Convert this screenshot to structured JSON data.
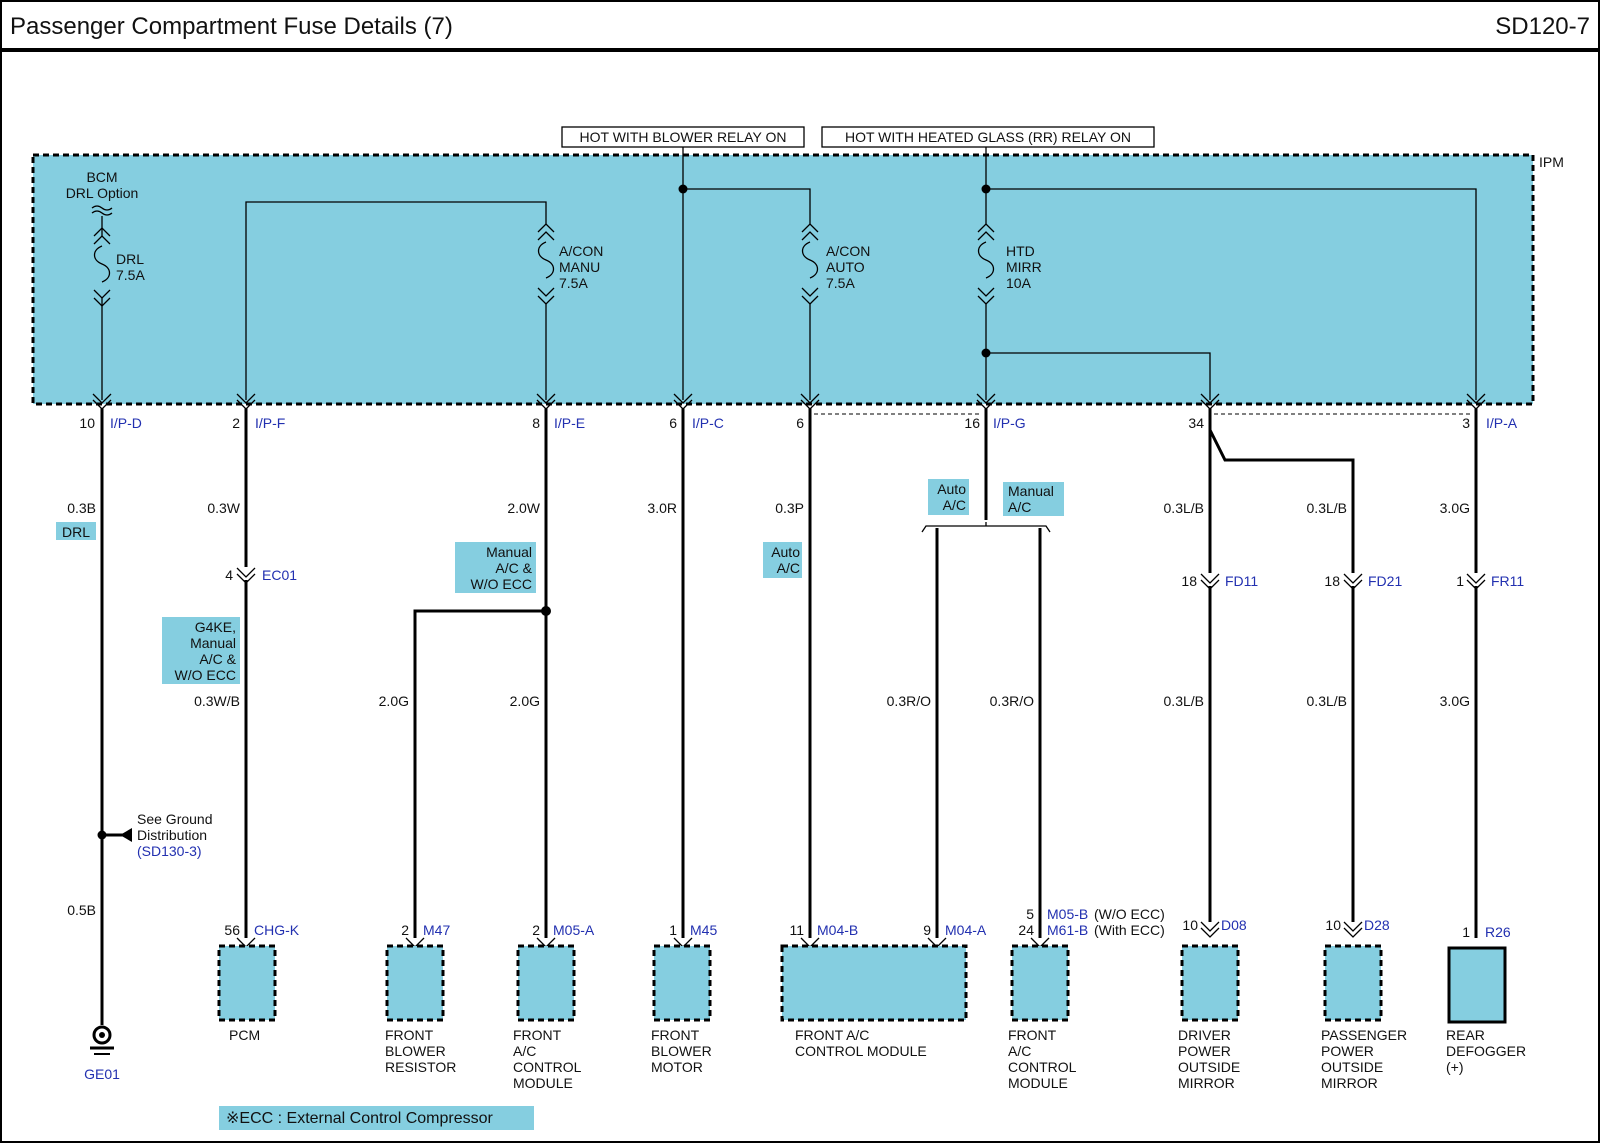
{
  "header": {
    "title": "Passenger Compartment Fuse Details (7)",
    "code": "SD120-7"
  },
  "hot_labels": {
    "blower": "HOT WITH BLOWER RELAY ON",
    "heated_glass": "HOT WITH HEATED GLASS (RR) RELAY ON"
  },
  "ipm_label": "IPM",
  "bcm_option": [
    "BCM",
    "DRL Option"
  ],
  "fuses": {
    "drl": [
      "DRL",
      "7.5A"
    ],
    "acon_manu": [
      "A/CON",
      "MANU",
      "7.5A"
    ],
    "acon_auto": [
      "A/CON",
      "AUTO",
      "7.5A"
    ],
    "htd_mirr": [
      "HTD",
      "MIRR",
      "10A"
    ]
  },
  "pins": {
    "drl": {
      "num": "10",
      "conn": "I/P-D"
    },
    "pcm": {
      "num": "2",
      "conn": "I/P-F"
    },
    "manu": {
      "num": "8",
      "conn": "I/P-E"
    },
    "blower": {
      "num": "6",
      "conn": "I/P-C"
    },
    "auto": {
      "num": "6"
    },
    "htd": {
      "num": "16",
      "conn": "I/P-G"
    },
    "mirror": {
      "num": "34"
    },
    "defog": {
      "num": "3",
      "conn": "I/P-A"
    }
  },
  "wires": {
    "drl": "0.3B",
    "drl_ground": "0.5B",
    "pcm_top": "0.3W",
    "pcm_bottom": "0.3W/B",
    "manu": "2.0W",
    "resistor": "2.0G",
    "module": "2.0G",
    "blower": "3.0R",
    "auto": "0.3P",
    "auto_a": "0.3R/O",
    "manual_b": "0.3R/O",
    "driver_top": "0.3L/B",
    "driver_bottom": "0.3L/B",
    "pass_top": "0.3L/B",
    "pass_bottom": "0.3L/B",
    "defog_top": "3.0G",
    "defog_bottom": "3.0G"
  },
  "tags": {
    "drl": "DRL",
    "g4ke": [
      "G4KE,",
      "Manual",
      "A/C &",
      "W/O ECC"
    ],
    "manual_ac_ecc": [
      "Manual",
      "A/C &",
      "W/O ECC"
    ],
    "auto_ac": [
      "Auto",
      "A/C"
    ],
    "auto_ac_2": [
      "Auto",
      "A/C"
    ],
    "manual_ac": [
      "Manual",
      "A/C"
    ]
  },
  "inline_connectors": {
    "ec01": {
      "num": "4",
      "name": "EC01"
    },
    "fd11": {
      "num": "18",
      "name": "FD11"
    },
    "fd21": {
      "num": "18",
      "name": "FD21"
    },
    "fr11": {
      "num": "1",
      "name": "FR11"
    }
  },
  "ground": {
    "note": [
      "See Ground",
      "Distribution"
    ],
    "ref": "(SD130-3)",
    "name": "GE01"
  },
  "components": {
    "pcm": {
      "pin": "56",
      "conn": "CHG-K",
      "label": [
        "PCM"
      ]
    },
    "resistor": {
      "pin": "2",
      "conn": "M47",
      "label": [
        "FRONT",
        "BLOWER",
        "RESISTOR"
      ]
    },
    "manual_module": {
      "pin": "2",
      "conn": "M05-A",
      "label": [
        "FRONT",
        "A/C",
        "CONTROL",
        "MODULE"
      ]
    },
    "blower_motor": {
      "pin": "1",
      "conn": "M45",
      "label": [
        "FRONT",
        "BLOWER",
        "MOTOR"
      ]
    },
    "auto_module": {
      "pin_b": "11",
      "conn_b": "M04-B",
      "pin_a": "9",
      "conn_a": "M04-A",
      "label": [
        "FRONT A/C",
        "CONTROL MODULE"
      ]
    },
    "module_m05": {
      "pin1": "5",
      "conn1": "M05-B",
      "note1": "(W/O ECC)",
      "pin2": "24",
      "conn2": "M61-B",
      "note2": "(With ECC)",
      "label": [
        "FRONT",
        "A/C",
        "CONTROL",
        "MODULE"
      ]
    },
    "driver_mirror": {
      "pin": "10",
      "conn": "D08",
      "label": [
        "DRIVER",
        "POWER",
        "OUTSIDE",
        "MIRROR"
      ]
    },
    "pass_mirror": {
      "pin": "10",
      "conn": "D28",
      "label": [
        "PASSENGER",
        "POWER",
        "OUTSIDE",
        "MIRROR"
      ]
    },
    "defogger": {
      "pin": "1",
      "conn": "R26",
      "label": [
        "REAR",
        "DEFOGGER",
        "(+)"
      ]
    }
  },
  "footnote": "※ECC : External Control Compressor",
  "colors": {
    "fill": "#85cee0",
    "link": "#2230b0"
  }
}
